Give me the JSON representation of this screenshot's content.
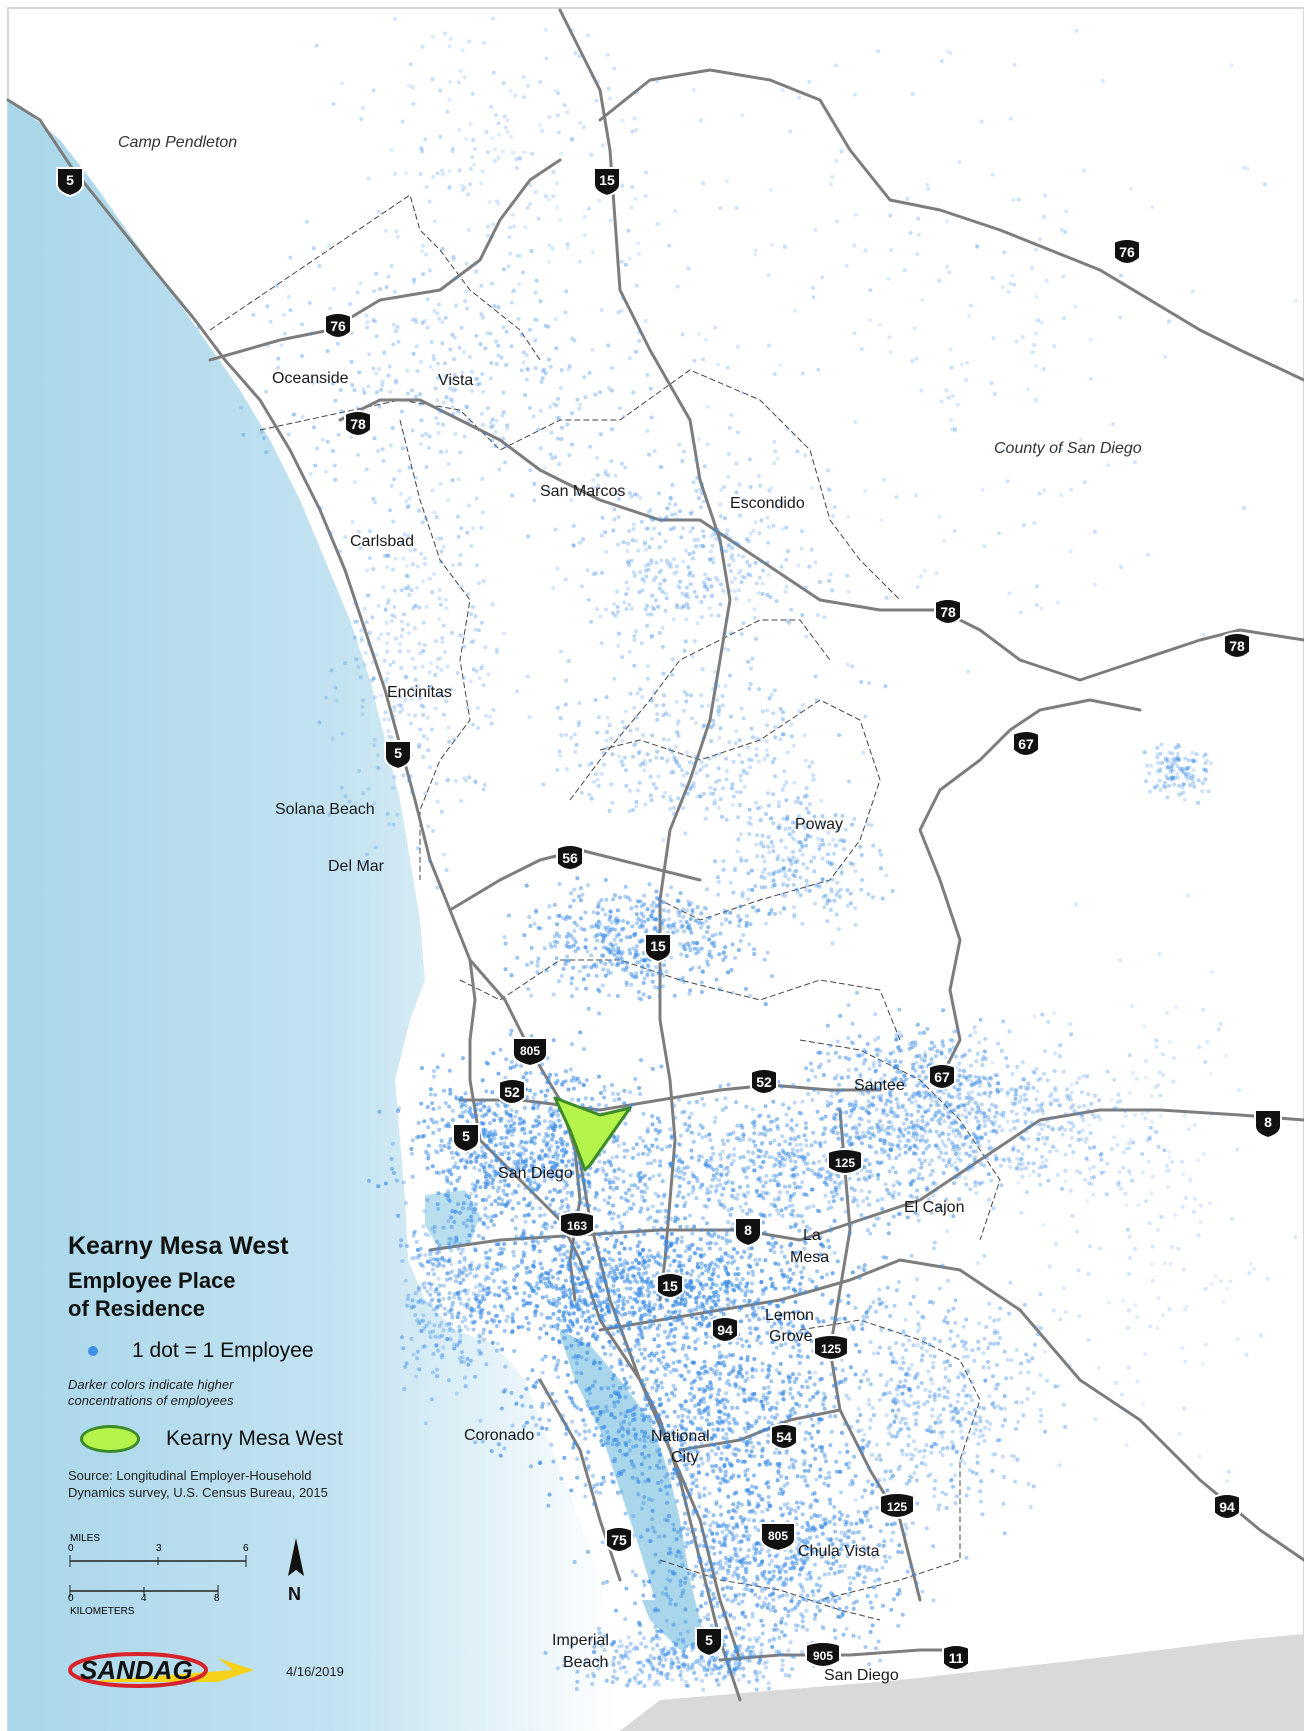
{
  "legend": {
    "title": "Kearny Mesa West",
    "subtitle_line1": "Employee Place",
    "subtitle_line2": "of Residence",
    "dot_label": "1 dot = 1 Employee",
    "note_line1": "Darker colors indicate higher",
    "note_line2": "concentrations of employees",
    "zone_label": "Kearny Mesa West",
    "source_line1": "Source: Longitudinal Employer-Household",
    "source_line2": "Dynamics survey, U.S. Census Bureau, 2015",
    "scale_miles_label": "MILES",
    "scale_km_label": "KILOMETERS",
    "scale_miles_ticks": [
      "0",
      "3",
      "6"
    ],
    "scale_km_ticks": [
      "0",
      "4",
      "8"
    ],
    "north_label": "N"
  },
  "date": "4/16/2019",
  "logo_text": "SANDAG",
  "colors": {
    "ocean": "#a9d6ea",
    "dots": "#3e8ee6",
    "highway": "#7d7d7d",
    "zone_fill": "#b5f44a",
    "zone_stroke": "#3d8a2a",
    "mexico": "#d9d9d9",
    "logo_red": "#d8232a",
    "logo_yellow": "#f6d31a"
  },
  "places": {
    "camp_pendleton": "Camp Pendleton",
    "oceanside": "Oceanside",
    "vista": "Vista",
    "san_marcos": "San Marcos",
    "escondido": "Escondido",
    "carlsbad": "Carlsbad",
    "county": "County of San Diego",
    "encinitas": "Encinitas",
    "solana_beach": "Solana Beach",
    "del_mar": "Del Mar",
    "poway": "Poway",
    "santee": "Santee",
    "san_diego": "San Diego",
    "el_cajon": "El Cajon",
    "la": "La",
    "mesa": "Mesa",
    "lemon": "Lemon",
    "grove": "Grove",
    "coronado": "Coronado",
    "national": "National",
    "city": "City",
    "chula_vista": "Chula Vista",
    "imperial": "Imperial",
    "beach": "Beach",
    "san_diego_south": "San Diego"
  },
  "shields": {
    "i5_north": "5",
    "i15_north": "15",
    "sr76_east": "76",
    "sr76_west": "76",
    "sr78_west": "78",
    "sr78_mid": "78",
    "sr78_east": "78",
    "sr67_north": "67",
    "i5_mid": "5",
    "sr56": "56",
    "i15_mid": "15",
    "i805_north": "805",
    "sr52_west": "52",
    "sr52_east": "52",
    "sr67_south": "67",
    "i8_east": "8",
    "i5_sd": "5",
    "sr125_north": "125",
    "sr163": "163",
    "i8_mid": "8",
    "i15_south": "15",
    "sr94_west": "94",
    "sr125_mid": "125",
    "sr54": "54",
    "sr125_south": "125",
    "sr94_east": "94",
    "sr75": "75",
    "i805_south": "805",
    "i5_south": "5",
    "sr905": "905",
    "sr11": "11"
  }
}
